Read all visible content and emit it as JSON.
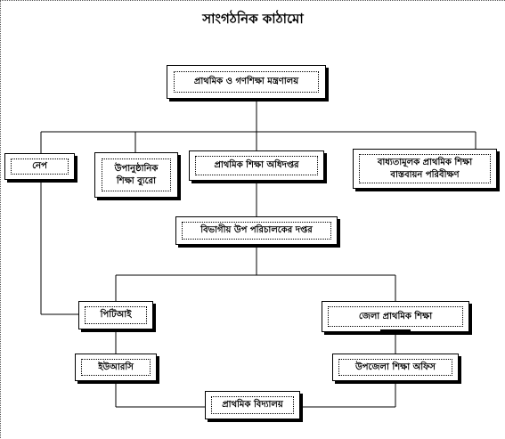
{
  "title": "সাংগঠনিক কাঠামো",
  "nodes": {
    "ministry": "প্রাথমিক ও গণশিক্ষা মন্ত্রণালয়",
    "nep": "নেপ",
    "nonformal_line1": "উপানুষ্ঠানিক",
    "nonformal_line2": "শিক্ষা ব্যুরো",
    "directorate": "প্রাথমিক শিক্ষা অধিদপ্তর",
    "compulsory_line1": "বাধ্যতামূলক প্রাথমিক শিক্ষা",
    "compulsory_line2": "বাস্তবায়ন পরিবীক্ষণ",
    "divisional": "বিভাগীয় উপ পরিচালকের দপ্তর",
    "pti": "পিটিআই",
    "district": "জেলা প্রাথমিক শিক্ষা",
    "urc": "ইউআরসি",
    "upazila": "উপজেলা শিক্ষা অফিস",
    "school": "প্রাথমিক বিদ্যালয়"
  }
}
